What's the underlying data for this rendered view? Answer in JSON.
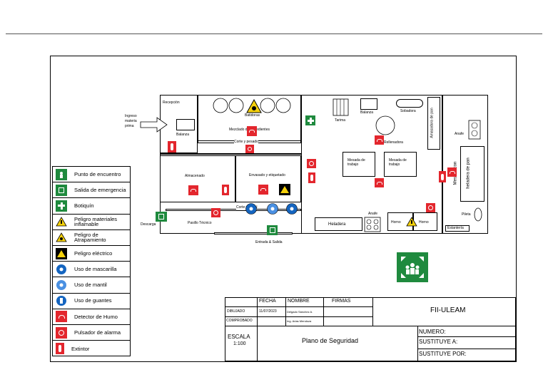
{
  "rooms": {
    "recepcion": "Recepción",
    "balanza": "Balanza",
    "ingreso": [
      "Ingreso",
      "materia",
      "prima"
    ],
    "batidoras": "Batidoras",
    "mezclado": "Mezclado de ingredientes",
    "corte": "Corte y pesado",
    "almacenado": "Almacenado",
    "envasado": "Envasado y etiquetado",
    "cortavc": "Corte vertical",
    "descarga": "Descarga",
    "pasillo": "Pasillo Técnico",
    "entrada": "Entrada & Salida",
    "tarima": "Tarima",
    "balanza2": "Balanza",
    "sobadora": "Sobadora",
    "amasadora": "Amasadora de pan",
    "rellenadora": "Rellenadora",
    "mesada1": [
      "Mesada de",
      "trabajo"
    ],
    "mesada2": [
      "Mesada de",
      "trabajo"
    ],
    "anafe": "Anafe",
    "anafe2": "Anafe",
    "heladera": "Heladera",
    "horno1": "Horno",
    "horno2": "Horno",
    "pileta": "Pileta",
    "estanteria": "Estantería",
    "mesada_heladera": [
      "Mesada con",
      "heladera de pan"
    ]
  },
  "legend": [
    {
      "icon": "assembly-point-icon",
      "label": "Punto de encuentro"
    },
    {
      "icon": "emergency-exit-icon",
      "label": "Salida de emergencia"
    },
    {
      "icon": "first-aid-icon",
      "label": "Botiquín"
    },
    {
      "icon": "flammable-warning-icon",
      "label": "Peligro materiales inflamable"
    },
    {
      "icon": "entrapment-warning-icon",
      "label": "Peligro de Atrapamiento"
    },
    {
      "icon": "electric-warning-icon",
      "label": "Peligro eléctrico"
    },
    {
      "icon": "mask-icon",
      "label": "Uso de mascarilla"
    },
    {
      "icon": "apron-icon",
      "label": "Uso de mantil"
    },
    {
      "icon": "gloves-icon",
      "label": "Uso de guantes"
    },
    {
      "icon": "smoke-detector-icon",
      "label": "Detector de Humo"
    },
    {
      "icon": "alarm-button-icon",
      "label": "Pulsador de alarma"
    },
    {
      "icon": "extinguisher-icon",
      "label": "Extintor"
    }
  ],
  "title_block": {
    "fecha": "FECHA",
    "nombre": "NOMBRE",
    "firmas": "FIRMAS",
    "dibujado": "DIBUJADO",
    "dibujado_fecha": "11/07/2023",
    "dibujado_nombre": "Delgado Sánchez A.",
    "comprobado": "COMPROBADO",
    "comprobado_nombre": "Ing. Arias Mendoza",
    "escala_label": "ESCALA",
    "escala_value": "1:100",
    "plano": "Plano de Seguridad",
    "empresa": "FII-ULEAM",
    "numero": "NUMERO:",
    "sustituye_a": "SUSTITUYE A:",
    "sustituye_por": "SUSTITUYE POR:"
  },
  "colors": {
    "red": "#e3262d",
    "green": "#1f8a3e",
    "yellow": "#f5d10b",
    "blue": "#1565c0"
  }
}
